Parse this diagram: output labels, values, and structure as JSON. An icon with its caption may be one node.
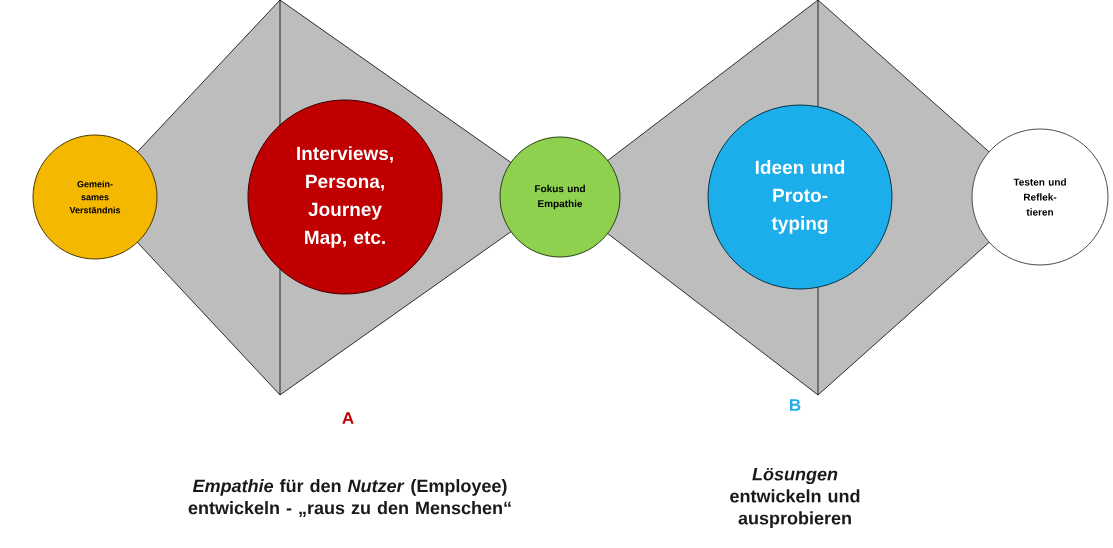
{
  "diagram": {
    "nodes": [
      {
        "text": [
          "Gemein- sames Verständnis"
        ]
      },
      {
        "text": [
          "Interviews, Persona, Journey Map, etc."
        ]
      },
      {
        "text": [
          "Fokus und Empathie"
        ]
      },
      {
        "text": [
          "Ideen und Proto- typing"
        ]
      },
      {
        "text": [
          "Testen und Reflek- tieren"
        ]
      }
    ],
    "labels": [
      "A",
      "B",
      "*Empathie* für den *Nutzer* (Employee) entwickeln - „raus zu den Menschen“",
      "*Lösungen* entwickeln und ausprobieren"
    ]
  }
}
